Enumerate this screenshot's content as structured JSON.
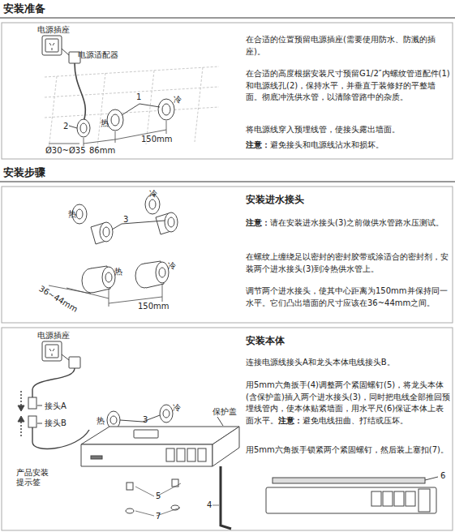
{
  "diagram": {
    "labels": [
      "安装准备",
      "电源插座",
      "电源适配器",
      "1",
      "冷",
      "热",
      "2",
      "Ø30~Ø35",
      "86mm",
      "150mm",
      "在合适的位置预留电源插座(需要使用防水、防溅的插座)。",
      "在合适的高度根据安装尺寸预留G1/2″内螺纹管道配件(1)和电源线孔(2)，保持水平，并垂直于装修好的平整墙面。彻底冲洗供水管，以清除管路中的杂质。",
      "将电源线穿入预埋线管，使接头露出墙面。",
      "注意：",
      "避免接头和电源线沾水和损坏。",
      "安装步骤",
      "热",
      "冷",
      "3",
      "36~44mm",
      "热",
      "冷",
      "150mm",
      "安装进水接头",
      "注意：",
      "请在安装进水接头(3)之前做供水管路水压测试。",
      "在螺纹上缠绕足以密封的密封胶带或涂适合的密封剂，安装两个进水接头(3)到冷热供水管上。",
      "调节两个进水接头，使其中心距离为150mm并保持同一水平。它们凸出墙面的尺寸应该在36~44mm之间。",
      "电源插座",
      "接头A",
      "接头B",
      "产品安装提示签",
      "3",
      "热",
      "冷",
      "保护盖",
      "5",
      "7",
      "4",
      "安装本体",
      "连接电源线接头A和龙头本体电线接头B。",
      "用5mm六角扳手(4)调整两个紧固螺钉(5)，将龙头本体(含保护盖)插入两个进水接头(3)，同时把电线全部推回预埋线管内，使本体贴紧墙面，用水平尺(6)保证本体上表面水平。",
      "注意：",
      "避免电线扭曲、打结或压坏。",
      "用5mm六角扳手锁紧两个紧固螺钉，然后装上塞扣(7)。",
      "6"
    ]
  }
}
